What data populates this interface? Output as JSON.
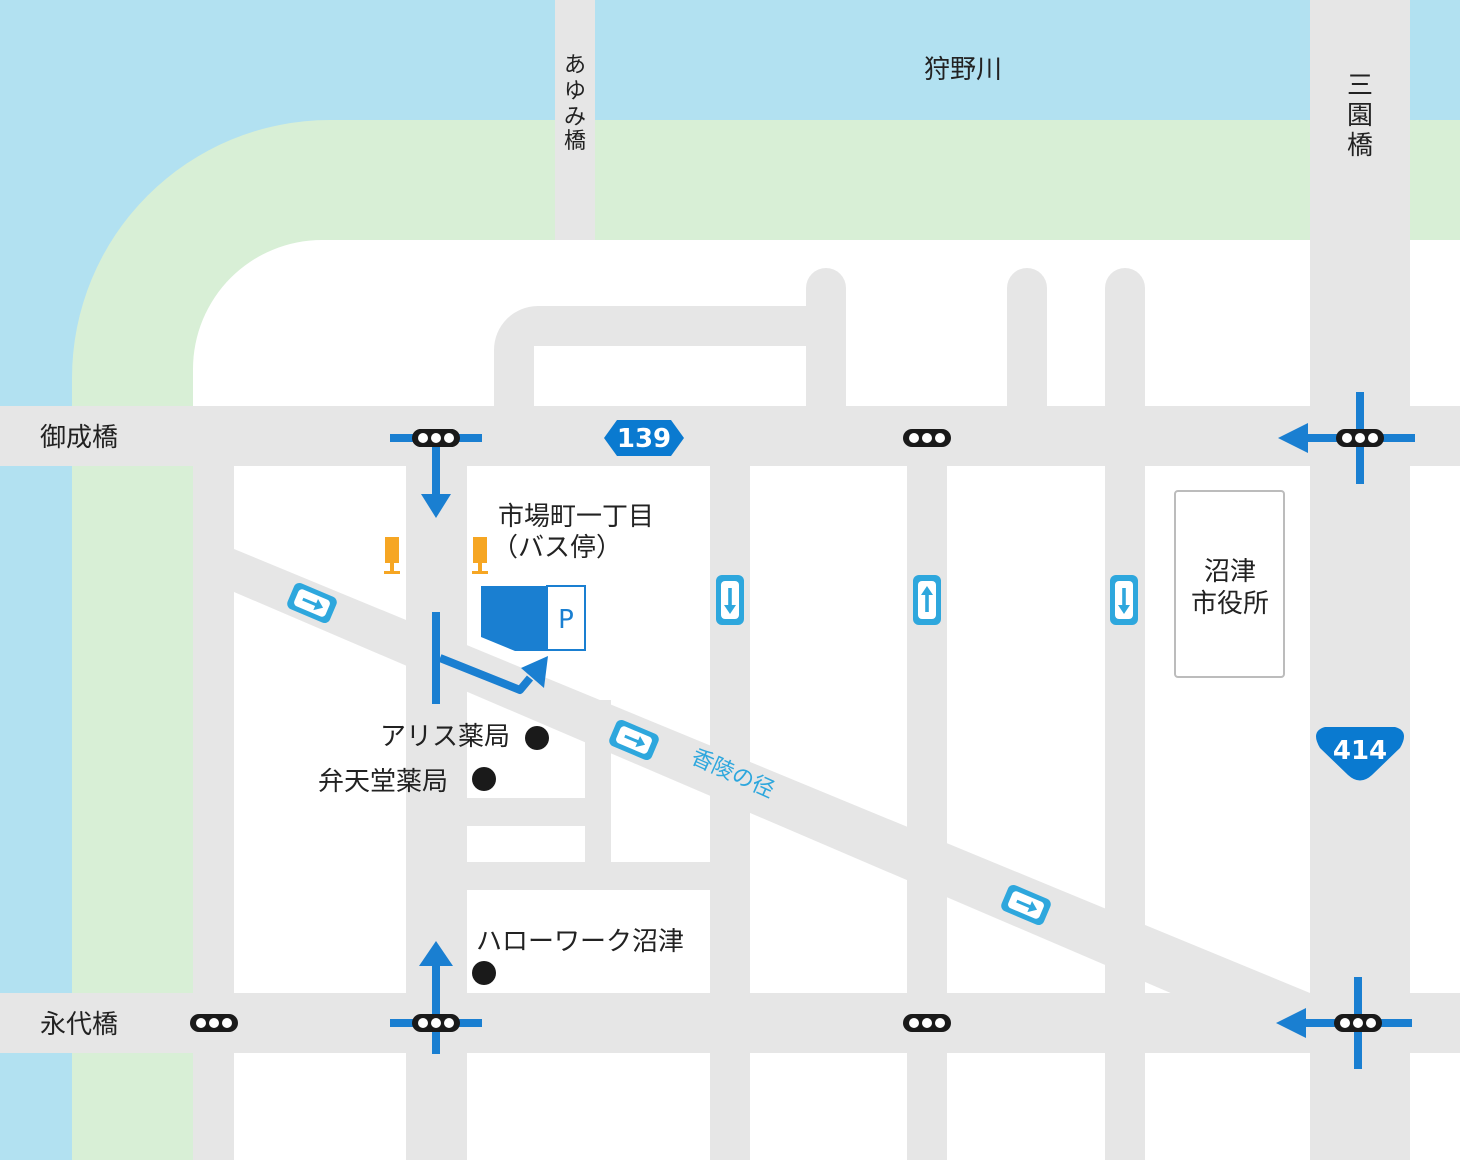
{
  "title": "",
  "colors": {
    "river": "#b2e1f1",
    "riverbank": "#d8efd6",
    "road": "#e6e6e6",
    "route_marker": "#0a7ad0",
    "route_arrow": "#1a7fd1",
    "one_way_sign": "#2ea7dd",
    "bus_stop": "#f6a623",
    "poi_dot": "#1a1a1a",
    "signal": "#1a1a1a"
  },
  "river": {
    "name": "狩野川"
  },
  "bridges": [
    {
      "name": "あゆみ橋",
      "lines": [
        "あ",
        "ゆ",
        "み",
        "橋"
      ]
    },
    {
      "name": "三園橋",
      "lines": [
        "三",
        "園",
        "橋"
      ]
    },
    {
      "name": "御成橋"
    },
    {
      "name": "永代橋"
    }
  ],
  "routes": [
    {
      "number": "139",
      "shape": "hexagon"
    },
    {
      "number": "414",
      "shape": "shield"
    }
  ],
  "street_name": "香陵の径",
  "bus_stop": {
    "line1": "市場町一丁目",
    "line2": "（バス停）",
    "icon": "bus-stop-icon"
  },
  "parking": {
    "label": "P",
    "icon": "parking-icon"
  },
  "landmarks": [
    {
      "name": "沼津市役所",
      "lines": [
        "沼津",
        "市役所"
      ]
    },
    {
      "name": "アリス薬局"
    },
    {
      "name": "弁天堂薬局"
    },
    {
      "name": "ハローワーク沼津"
    }
  ],
  "icons": {
    "traffic_signal": "traffic-signal-icon",
    "one_way_right": "one-way-right-icon",
    "one_way_up": "one-way-up-icon",
    "one_way_down": "one-way-down-icon",
    "route_arrow": "route-arrow-icon"
  }
}
